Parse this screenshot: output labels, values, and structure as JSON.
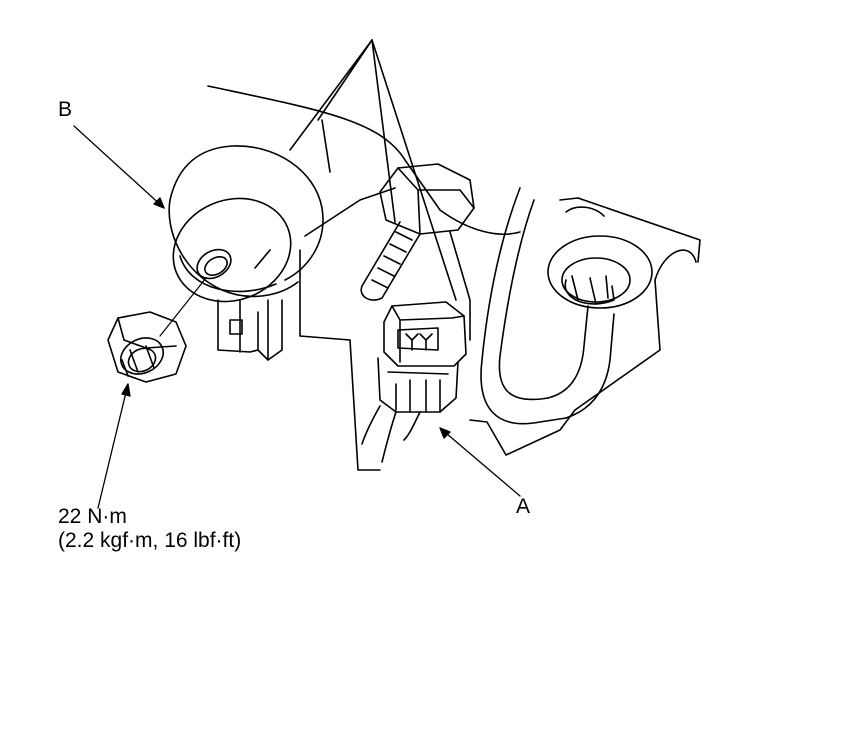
{
  "callouts": {
    "a": "A",
    "b": "B"
  },
  "torque_spec": {
    "metric": "22 N·m",
    "alternate": "(2.2 kgf·m, 16 lbf·ft)"
  },
  "colors": {
    "line": "#000000",
    "background": "#ffffff"
  }
}
